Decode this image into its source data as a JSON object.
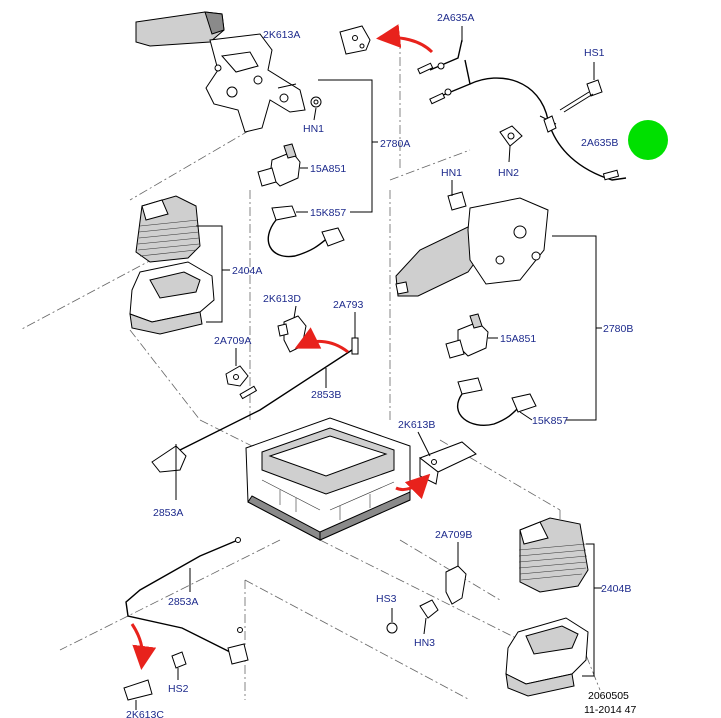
{
  "labels": {
    "l_2k613a": "2K613A",
    "l_2a635a": "2A635A",
    "l_hs1": "HS1",
    "l_hn1_top": "HN1",
    "l_2780a": "2780A",
    "l_15a851_top": "15A851",
    "l_15k857_top": "15K857",
    "l_2a635b": "2A635B",
    "l_hn2": "HN2",
    "l_hn1_mid": "HN1",
    "l_2404a": "2404A",
    "l_2k613d": "2K613D",
    "l_2a793": "2A793",
    "l_2a709a": "2A709A",
    "l_15a851_mid": "15A851",
    "l_2780b": "2780B",
    "l_2853b": "2853B",
    "l_15k857_mid": "15K857",
    "l_2k613b": "2K613B",
    "l_2853a_left": "2853A",
    "l_2a709b": "2A709B",
    "l_2404b": "2404B",
    "l_2853a_low": "2853A",
    "l_hs3": "HS3",
    "l_hn3": "HN3",
    "l_hs2": "HS2",
    "l_2k613c": "2K613C"
  },
  "footer": {
    "ref_number": "2060505",
    "date_code": "11-2014 47"
  },
  "colors": {
    "label": "#1d2a8c",
    "arrow": "#e8221c",
    "marker": "#00e000"
  }
}
